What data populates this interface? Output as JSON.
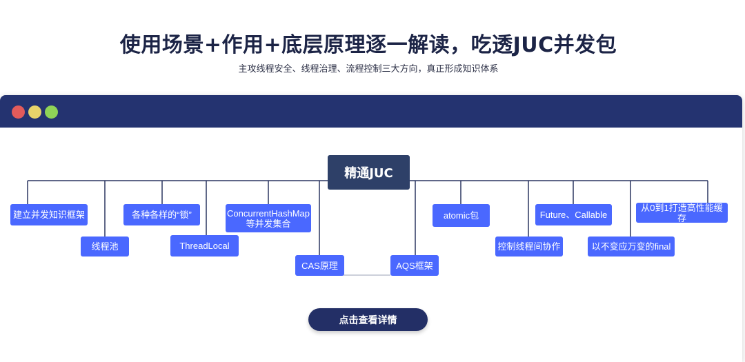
{
  "header": {
    "title": "使用场景+作用+底层原理逐一解读，吃透JUC并发包",
    "subtitle": "主攻线程安全、线程治理、流程控制三大方向，真正形成知识体系"
  },
  "window": {
    "controls": [
      "close",
      "minimize",
      "maximize"
    ]
  },
  "mindmap": {
    "root": "精通JUC",
    "left_branches": [
      {
        "top": "建立并发知识框架",
        "bottom": "线程池"
      },
      {
        "top": "各种各样的“锁”",
        "bottom": "ThreadLocal"
      },
      {
        "top": "ConcurrentHashMap等并发集合",
        "top_line1": "ConcurrentHashMap",
        "top_line2": "等并发集合",
        "bottom": "CAS原理"
      }
    ],
    "right_branches": [
      {
        "top": "atomic包",
        "bottom": "AQS框架"
      },
      {
        "top": "Future、Callable",
        "bottom": "控制线程间协作"
      },
      {
        "top": "从0到1打造高性能缓存",
        "bottom": "以不变应万变的final"
      }
    ]
  },
  "cta": {
    "label": "点击查看详情"
  },
  "colors": {
    "titlebar": "#243370",
    "node": "#4a68ff",
    "root": "#2e4068",
    "cta": "#232f66",
    "connector": "#2a3560"
  }
}
